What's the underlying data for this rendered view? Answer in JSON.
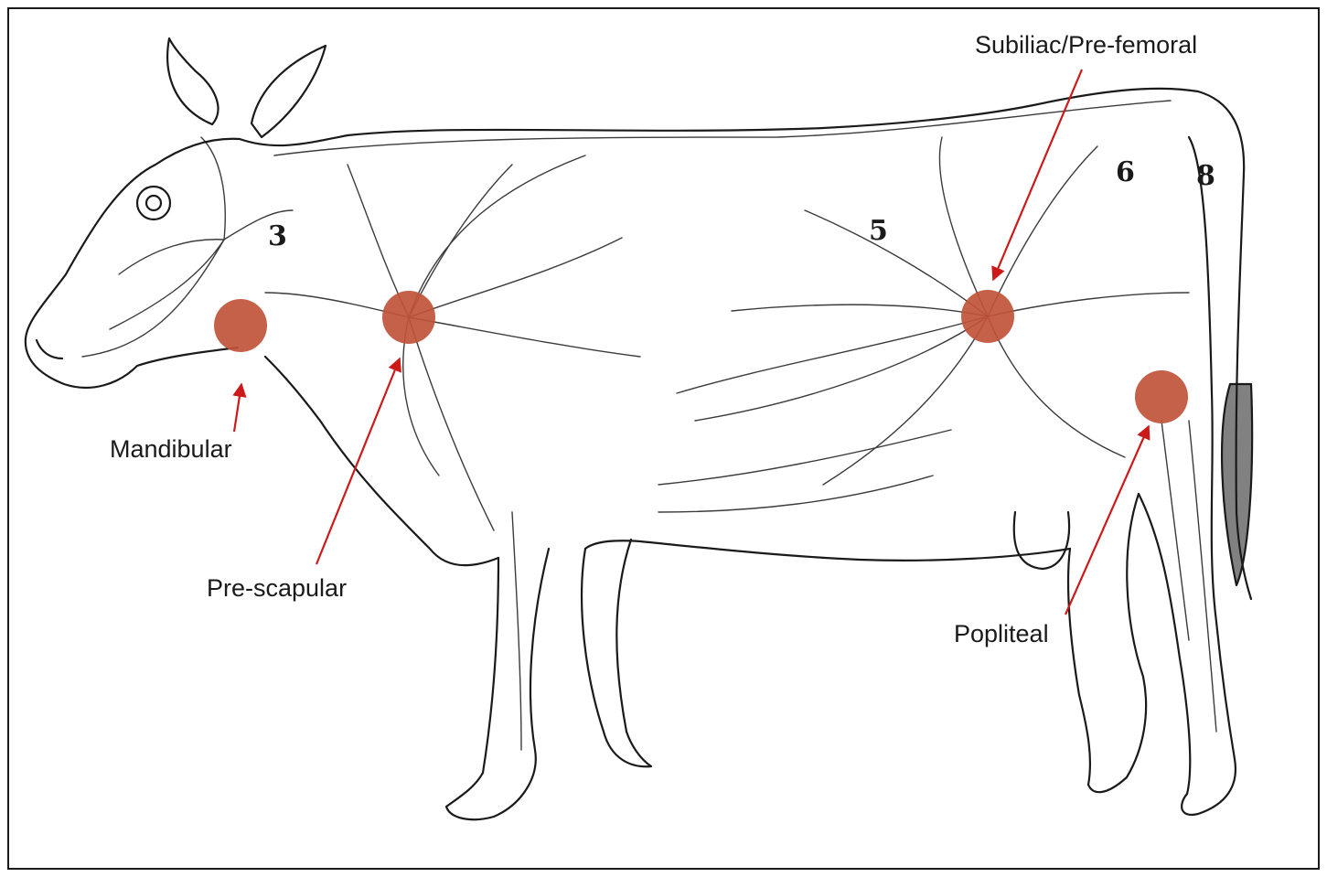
{
  "diagram": {
    "labels": {
      "mandibular": "Mandibular",
      "prescapular": "Pre-scapular",
      "subiliac": "Subiliac/Pre-femoral",
      "popliteal": "Popliteal"
    },
    "node_numbers": [
      "3",
      "5",
      "6",
      "8"
    ],
    "colors": {
      "node_marker": "#c0523a",
      "arrow": "#cc1a1a",
      "line_art": "#1a1a1a"
    },
    "icons": [
      "cow-lymphatic-illustration"
    ]
  }
}
